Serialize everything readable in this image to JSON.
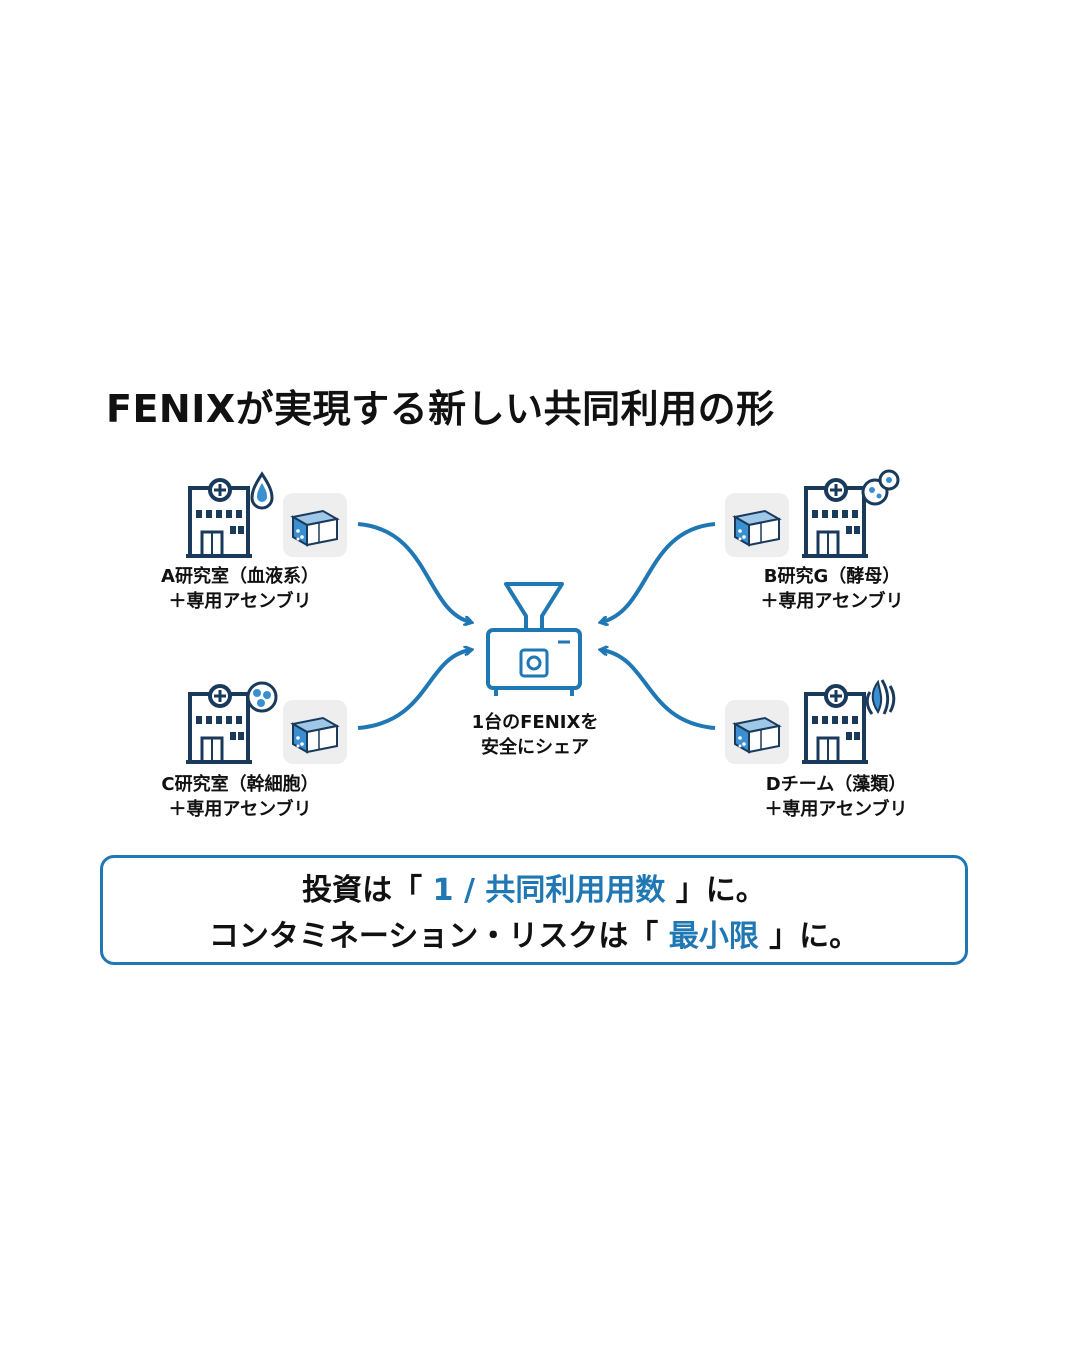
{
  "title": "FENIXが実現する新しい共同利用の形",
  "colors": {
    "accent": "#1f77b4",
    "dark": "#1a3a5c",
    "light_blue": "#3b8fd1",
    "icon_bg": "#eeeeee"
  },
  "labs": [
    {
      "id": "a",
      "line1": "A研究室（血液系）",
      "line2": "＋専用アセンブリ",
      "icon": "blood-drop-icon"
    },
    {
      "id": "b",
      "line1": "B研究G（酵母）",
      "line2": "＋専用アセンブリ",
      "icon": "yeast-cells-icon"
    },
    {
      "id": "c",
      "line1": "C研究室（幹細胞）",
      "line2": "＋専用アセンブリ",
      "icon": "stem-cells-icon"
    },
    {
      "id": "d",
      "line1": "Dチーム（藻類）",
      "line2": "＋専用アセンブリ",
      "icon": "algae-icon"
    }
  ],
  "center": {
    "line1": "1台のFENIXを",
    "line2": "安全にシェア",
    "icon": "fenix-machine-icon"
  },
  "message": {
    "line1_pre": "投資は「 ",
    "line1_accent": "1 / 共同利用用数",
    "line1_post": " 」に。",
    "line2_pre": "コンタミネーション・リスクは「 ",
    "line2_accent": "最小限",
    "line2_post": " 」に。"
  }
}
